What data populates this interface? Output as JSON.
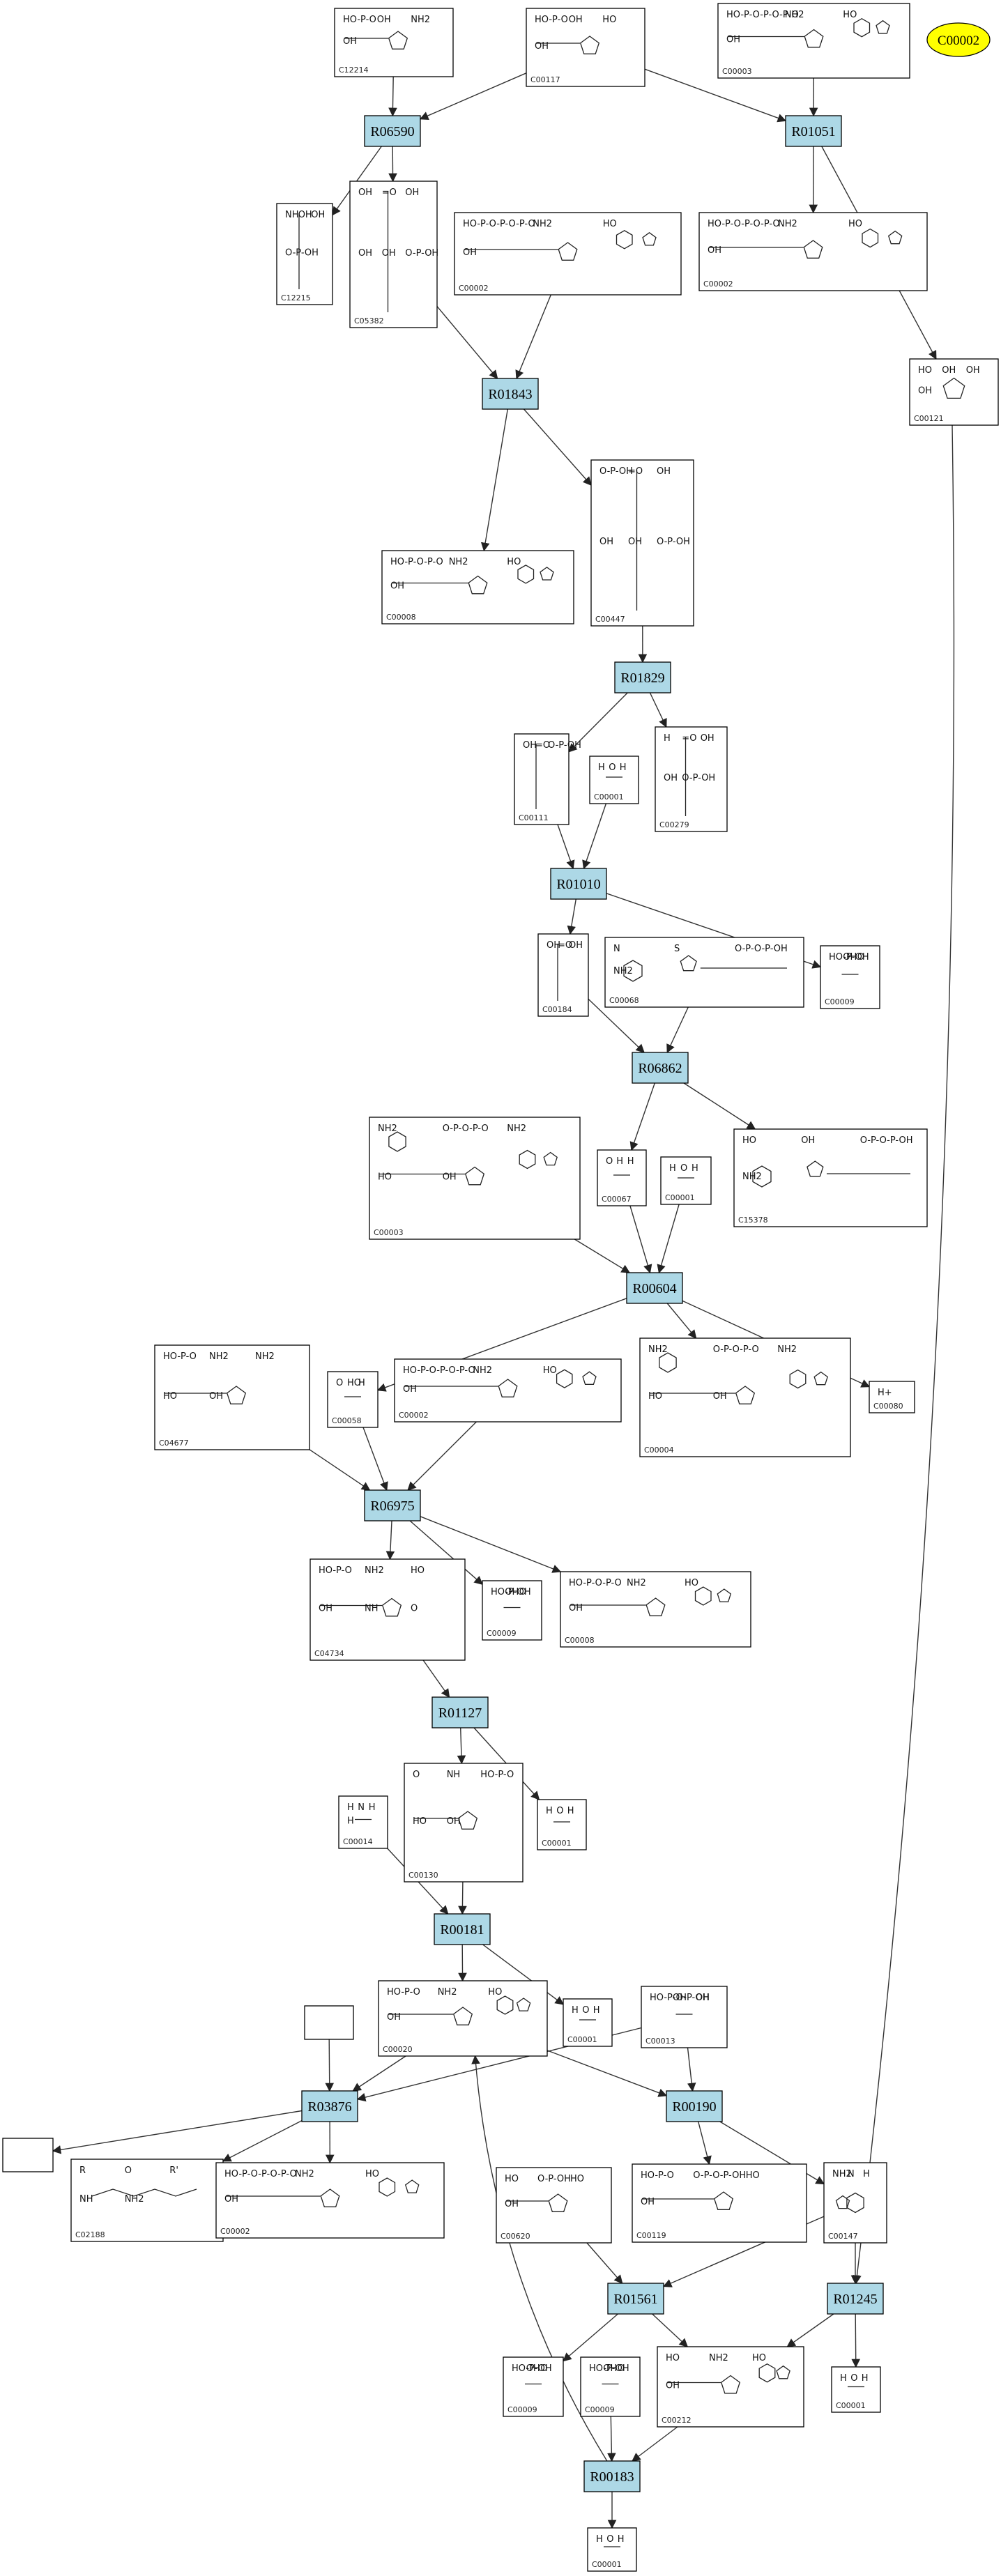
{
  "legend": {
    "label": "C00002",
    "color": "#ffff00"
  },
  "colors": {
    "reaction_fill": "#add8e6",
    "compound_border": "#000000",
    "edge": "#333333"
  },
  "reactions": [
    {
      "id": "R06590",
      "label": "R06590"
    },
    {
      "id": "R01051",
      "label": "R01051"
    },
    {
      "id": "R01843",
      "label": "R01843"
    },
    {
      "id": "R01829",
      "label": "R01829"
    },
    {
      "id": "R01010",
      "label": "R01010"
    },
    {
      "id": "R06862",
      "label": "R06862"
    },
    {
      "id": "R00604",
      "label": "R00604"
    },
    {
      "id": "R06975",
      "label": "R06975"
    },
    {
      "id": "R01127",
      "label": "R01127"
    },
    {
      "id": "R00181",
      "label": "R00181"
    },
    {
      "id": "R03876",
      "label": "R03876"
    },
    {
      "id": "R00190",
      "label": "R00190"
    },
    {
      "id": "R01561",
      "label": "R01561"
    },
    {
      "id": "R01245",
      "label": "R01245"
    },
    {
      "id": "R00183",
      "label": "R00183"
    }
  ],
  "compounds": [
    {
      "key": "c12214",
      "label": "C12214",
      "sketch": "sugar-phosphate",
      "text": [
        "HO-P-O",
        "OH",
        "NH2",
        "OH"
      ]
    },
    {
      "key": "c00117",
      "label": "C00117",
      "sketch": "ribose-phosphate",
      "text": [
        "HO-P-O",
        "OH",
        "HO",
        "OH"
      ]
    },
    {
      "key": "c00003_top",
      "label": "C00003",
      "sketch": "adenosine-phosphate",
      "text": [
        "HO-P-O-P-O-P-O",
        "NH2",
        "HO",
        "OH"
      ]
    },
    {
      "key": "c12215",
      "label": "C12215",
      "sketch": "chain-phosphate",
      "text": [
        "NH",
        "OH",
        "OH",
        "O-P-OH"
      ]
    },
    {
      "key": "c05382",
      "label": "C05382",
      "sketch": "chain-phosphate",
      "text": [
        "OH",
        "=O",
        "OH",
        "OH",
        "OH",
        "O-P-OH"
      ]
    },
    {
      "key": "c00002_a",
      "label": "C00002",
      "sketch": "adenosine-phosphate",
      "text": [
        "HO-P-O-P-O-P-O",
        "NH2",
        "HO",
        "OH"
      ]
    },
    {
      "key": "c00002_b",
      "label": "C00002",
      "sketch": "adenosine-phosphate",
      "text": [
        "HO-P-O-P-O-P-O",
        "NH2",
        "HO",
        "OH"
      ]
    },
    {
      "key": "c00121",
      "label": "C00121",
      "sketch": "ring",
      "text": [
        "HO",
        "OH",
        "OH",
        "OH"
      ]
    },
    {
      "key": "c00008",
      "label": "C00008",
      "sketch": "adenosine-phosphate",
      "text": [
        "HO-P-O-P-O",
        "NH2",
        "HO",
        "OH"
      ]
    },
    {
      "key": "c00447",
      "label": "C00447",
      "sketch": "chain-phosphate",
      "text": [
        "O-P-OH",
        "=O",
        "OH",
        "OH",
        "OH",
        "O-P-OH"
      ]
    },
    {
      "key": "c00111",
      "label": "C00111",
      "sketch": "chain-phosphate",
      "text": [
        "OH",
        "=O",
        "O-P-OH"
      ]
    },
    {
      "key": "c00001_a",
      "label": "C00001",
      "sketch": "water",
      "text": [
        "H",
        "O",
        "H"
      ]
    },
    {
      "key": "c00279",
      "label": "C00279",
      "sketch": "chain-phosphate",
      "text": [
        "H",
        "=O",
        "OH",
        "OH",
        "O-P-OH"
      ]
    },
    {
      "key": "c00184",
      "label": "C00184",
      "sketch": "chain-phosphate",
      "text": [
        "OH",
        "=O",
        "OH"
      ]
    },
    {
      "key": "c00068",
      "label": "C00068",
      "sketch": "thiamine",
      "text": [
        "N",
        "S",
        "O-P-O-P-OH",
        "NH2"
      ]
    },
    {
      "key": "c00009_a",
      "label": "C00009",
      "sketch": "phosphate",
      "text": [
        "HO-P-OH",
        "OH",
        "O"
      ]
    },
    {
      "key": "c00003",
      "label": "C00003",
      "sketch": "nad",
      "text": [
        "NH2",
        "O-P-O-P-O",
        "NH2",
        "HO",
        "OH"
      ]
    },
    {
      "key": "c00067",
      "label": "C00067",
      "sketch": "formaldehyde",
      "text": [
        "O",
        "H",
        "H"
      ]
    },
    {
      "key": "c00001_b",
      "label": "C00001",
      "sketch": "water",
      "text": [
        "H",
        "O",
        "H"
      ]
    },
    {
      "key": "c15378",
      "label": "C15378",
      "sketch": "thiamine",
      "text": [
        "HO",
        "OH",
        "O-P-O-P-OH",
        "NH2"
      ]
    },
    {
      "key": "c04677",
      "label": "C04677",
      "sketch": "ribose-phosphate",
      "text": [
        "HO-P-O",
        "NH2",
        "NH2",
        "HO",
        "OH"
      ]
    },
    {
      "key": "c00058",
      "label": "C00058",
      "sketch": "formate",
      "text": [
        "O",
        "HO",
        "H"
      ]
    },
    {
      "key": "c00002_c",
      "label": "C00002",
      "sketch": "adenosine-phosphate",
      "text": [
        "HO-P-O-P-O-P-O",
        "NH2",
        "HO",
        "OH"
      ]
    },
    {
      "key": "c00004",
      "label": "C00004",
      "sketch": "nad",
      "text": [
        "NH2",
        "O-P-O-P-O",
        "NH2",
        "HO",
        "OH"
      ]
    },
    {
      "key": "c00080",
      "label": "C00080",
      "sketch": "proton",
      "text": [
        "H+"
      ]
    },
    {
      "key": "c04734",
      "label": "C04734",
      "sketch": "ribose-phosphate",
      "text": [
        "HO-P-O",
        "NH2",
        "HO",
        "OH",
        "NH",
        "O"
      ]
    },
    {
      "key": "c00009_b",
      "label": "C00009",
      "sketch": "phosphate",
      "text": [
        "HO-P-OH",
        "OH",
        "O"
      ]
    },
    {
      "key": "c00008_b",
      "label": "C00008",
      "sketch": "adenosine-phosphate",
      "text": [
        "HO-P-O-P-O",
        "NH2",
        "HO",
        "OH"
      ]
    },
    {
      "key": "c00014",
      "label": "C00014",
      "sketch": "ammonia",
      "text": [
        "H",
        "N",
        "H",
        "H"
      ]
    },
    {
      "key": "c00130",
      "label": "C00130",
      "sketch": "ribose-phosphate",
      "text": [
        "O",
        "NH",
        "HO-P-O",
        "HO",
        "OH"
      ]
    },
    {
      "key": "c00001_c",
      "label": "C00001",
      "sketch": "water",
      "text": [
        "H",
        "O",
        "H"
      ]
    },
    {
      "key": "c00020",
      "label": "C00020",
      "sketch": "adenosine-phosphate",
      "text": [
        "HO-P-O",
        "NH2",
        "HO",
        "OH"
      ]
    },
    {
      "key": "c00001_d",
      "label": "C00001",
      "sketch": "water",
      "text": [
        "H",
        "O",
        "H"
      ]
    },
    {
      "key": "c00013",
      "label": "C00013",
      "sketch": "phosphate",
      "text": [
        "HO-P-O-P-OH",
        "OH",
        "OH"
      ]
    },
    {
      "key": "blank_in",
      "label": "",
      "sketch": "empty",
      "text": []
    },
    {
      "key": "blank_out",
      "label": "",
      "sketch": "empty",
      "text": []
    },
    {
      "key": "c02188",
      "label": "C02188",
      "sketch": "lysine",
      "text": [
        "R",
        "O",
        "R'",
        "NH",
        "NH2"
      ]
    },
    {
      "key": "c00002_d",
      "label": "C00002",
      "sketch": "adenosine-phosphate",
      "text": [
        "HO-P-O-P-O-P-O",
        "NH2",
        "HO",
        "OH"
      ]
    },
    {
      "key": "c00620",
      "label": "C00620",
      "sketch": "ribose-phosphate",
      "text": [
        "HO",
        "O-P-OH",
        "HO",
        "OH"
      ]
    },
    {
      "key": "c00119",
      "label": "C00119",
      "sketch": "ribose-phosphate",
      "text": [
        "HO-P-O",
        "O-P-O-P-OH",
        "HO",
        "OH"
      ]
    },
    {
      "key": "c00147",
      "label": "C00147",
      "sketch": "adenine",
      "text": [
        "NH2",
        "N",
        "H"
      ]
    },
    {
      "key": "c00009_c",
      "label": "C00009",
      "sketch": "phosphate",
      "text": [
        "HO-P-OH",
        "OH",
        "O"
      ]
    },
    {
      "key": "c00009_d",
      "label": "C00009",
      "sketch": "phosphate",
      "text": [
        "HO-P-OH",
        "OH",
        "O"
      ]
    },
    {
      "key": "c00212",
      "label": "C00212",
      "sketch": "adenosine-phosphate",
      "text": [
        "HO",
        "NH2",
        "HO",
        "OH"
      ]
    },
    {
      "key": "c00001_e",
      "label": "C00001",
      "sketch": "water",
      "text": [
        "H",
        "O",
        "H"
      ]
    },
    {
      "key": "c00001_f",
      "label": "C00001",
      "sketch": "water",
      "text": [
        "H",
        "O",
        "H"
      ]
    }
  ],
  "edges": [
    [
      "c12214",
      "R06590"
    ],
    [
      "c00117",
      "R06590"
    ],
    [
      "c00117",
      "R01051"
    ],
    [
      "c00003_top",
      "R01051"
    ],
    [
      "R06590",
      "c12215"
    ],
    [
      "R06590",
      "c05382"
    ],
    [
      "R01051",
      "c00002_b"
    ],
    [
      "R01051",
      "c00121"
    ],
    [
      "c05382",
      "R01843"
    ],
    [
      "c00002_a",
      "R01843"
    ],
    [
      "R01843",
      "c00008"
    ],
    [
      "R01843",
      "c00447"
    ],
    [
      "c00447",
      "R01829"
    ],
    [
      "R01829",
      "c00111"
    ],
    [
      "R01829",
      "c00279"
    ],
    [
      "c00111",
      "R01010"
    ],
    [
      "c00001_a",
      "R01010"
    ],
    [
      "R01010",
      "c00184"
    ],
    [
      "R01010",
      "c00009_a"
    ],
    [
      "c00184",
      "R06862"
    ],
    [
      "c00068",
      "R06862"
    ],
    [
      "R06862",
      "c00067"
    ],
    [
      "R06862",
      "c15378"
    ],
    [
      "c00003",
      "R00604"
    ],
    [
      "c00067",
      "R00604"
    ],
    [
      "c00001_b",
      "R00604"
    ],
    [
      "R00604",
      "c00058"
    ],
    [
      "R00604",
      "c00004"
    ],
    [
      "R00604",
      "c00080"
    ],
    [
      "c04677",
      "R06975"
    ],
    [
      "c00058",
      "R06975"
    ],
    [
      "c00002_c",
      "R06975"
    ],
    [
      "R06975",
      "c04734"
    ],
    [
      "R06975",
      "c00009_b"
    ],
    [
      "R06975",
      "c00008_b"
    ],
    [
      "c04734",
      "R01127"
    ],
    [
      "R01127",
      "c00130"
    ],
    [
      "R01127",
      "c00001_c"
    ],
    [
      "c00014",
      "R00181"
    ],
    [
      "c00130",
      "R00181"
    ],
    [
      "R00181",
      "c00020"
    ],
    [
      "R00181",
      "c00001_d"
    ],
    [
      "blank_in",
      "R03876"
    ],
    [
      "c00020",
      "R03876"
    ],
    [
      "c00013",
      "R03876"
    ],
    [
      "R03876",
      "blank_out"
    ],
    [
      "R03876",
      "c02188"
    ],
    [
      "R03876",
      "c00002_d"
    ],
    [
      "c00020",
      "R00190"
    ],
    [
      "c00013",
      "R00190"
    ],
    [
      "R00190",
      "c00119"
    ],
    [
      "R00190",
      "c00147"
    ],
    [
      "c00620",
      "R01561"
    ],
    [
      "c00147",
      "R01561"
    ],
    [
      "R01561",
      "c00009_c"
    ],
    [
      "R01561",
      "c00212"
    ],
    [
      "c00121",
      "R01245"
    ],
    [
      "c00147",
      "R01245"
    ],
    [
      "R01245",
      "c00212"
    ],
    [
      "R01245",
      "c00001_e"
    ],
    [
      "c00212",
      "R00183"
    ],
    [
      "c00009_d",
      "R00183"
    ],
    [
      "R00183",
      "c00020"
    ],
    [
      "R00183",
      "c00001_f"
    ]
  ]
}
